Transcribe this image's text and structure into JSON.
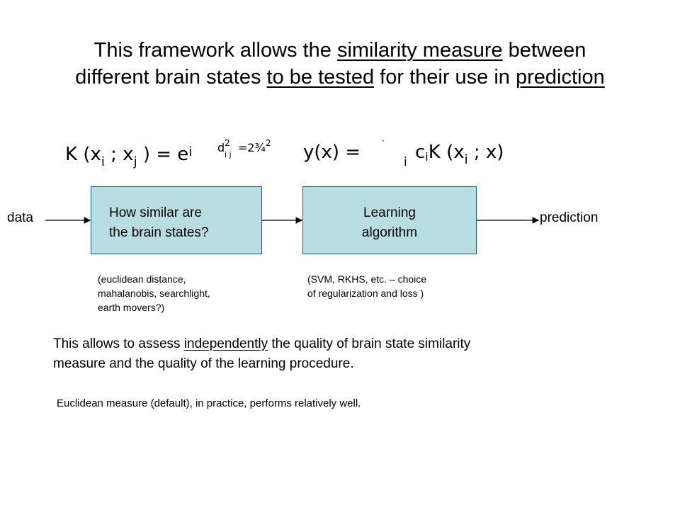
{
  "title": {
    "line1_a": "This framework allows the ",
    "line1_u": "similarity measure",
    "line1_b": " between",
    "line2_a": "different brain states ",
    "line2_u1": "to be tested",
    "line2_b": " for their use in ",
    "line2_u2": "prediction"
  },
  "formulas": {
    "kernel": {
      "lhs": "K (x",
      "i": "i",
      "sep": " ; x",
      "j": "j",
      "mid": " ) = e",
      "ei": "i",
      "exp_d": "d",
      "exp_sup": "2",
      "exp_sub": "i j",
      "exp_rest": "=2¾",
      "exp_rest_sup": "2"
    },
    "prediction": {
      "lhs": "y(x) = ",
      "dot": "·",
      "sum_i": "i",
      "c": "c",
      "c_i": "i",
      "k": "K (x",
      "k_i": "i",
      "tail": " ; x)"
    }
  },
  "diagram": {
    "input_label": "data",
    "output_label": "prediction",
    "box1": {
      "line1": "How similar are",
      "line2": "the brain states?"
    },
    "box2": {
      "line1": "Learning",
      "line2": "algorithm"
    },
    "note1": {
      "line1": "(euclidean distance,",
      "line2": "mahalanobis, searchlight,",
      "line3": "earth movers?)"
    },
    "note2": {
      "line1": "(SVM, RKHS, etc. – choice",
      "line2": "of regularization and loss )"
    }
  },
  "body": {
    "line1_a": "This allows to assess ",
    "line1_u": "independently",
    "line1_b": " the quality of brain state similarity",
    "line2": "measure and the quality of the learning procedure."
  },
  "footer": "Euclidean measure (default), in practice, performs relatively well.",
  "colors": {
    "box_fill": "#b9dee1",
    "box_border": "#1a5a7a"
  }
}
